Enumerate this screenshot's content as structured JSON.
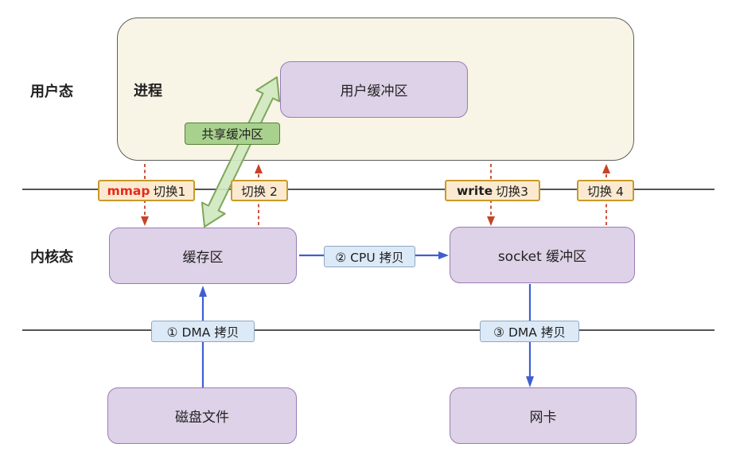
{
  "regions": {
    "user_mode": "用户态",
    "kernel_mode": "内核态"
  },
  "nodes": {
    "process": "进程",
    "user_buffer": "用户缓冲区",
    "shared_buffer": "共享缓冲区",
    "kernel_buffer": "缓存区",
    "socket_buffer": "socket 缓冲区",
    "disk_file": "磁盘文件",
    "nic": "网卡"
  },
  "switches": [
    {
      "pre": "mmap",
      "label": "切换1",
      "pre_color": "#e8281c"
    },
    {
      "pre": "",
      "label": "切换 2",
      "pre_color": "#1f1f1f"
    },
    {
      "pre": "write",
      "label": "切换3",
      "pre_color": "#1f1f1f"
    },
    {
      "pre": "",
      "label": "切换 4",
      "pre_color": "#1f1f1f"
    }
  ],
  "copies": [
    {
      "label": "① DMA 拷贝"
    },
    {
      "label": "② CPU 拷贝"
    },
    {
      "label": "③ DMA 拷贝"
    }
  ],
  "palette": {
    "user_space_fill": "#f8f4e6",
    "user_space_border": "#5e5e5e",
    "buffer_fill": "#ddd2e7",
    "buffer_border": "#9a7cb6",
    "switch_fill": "#fcead0",
    "switch_border": "#c89a28",
    "copy_fill": "#dce9f7",
    "copy_border": "#8fa8c2",
    "green_tag_fill": "#a9d18e",
    "green_tag_border": "#538135",
    "green_arrow_fill": "#cfe8c0",
    "green_arrow_border": "#7ea65b",
    "arrow_blue": "#3f5fd0",
    "arrow_red": "#c54428",
    "divider_line": "#3c3c3c",
    "mmap_red": "#e8281c"
  }
}
